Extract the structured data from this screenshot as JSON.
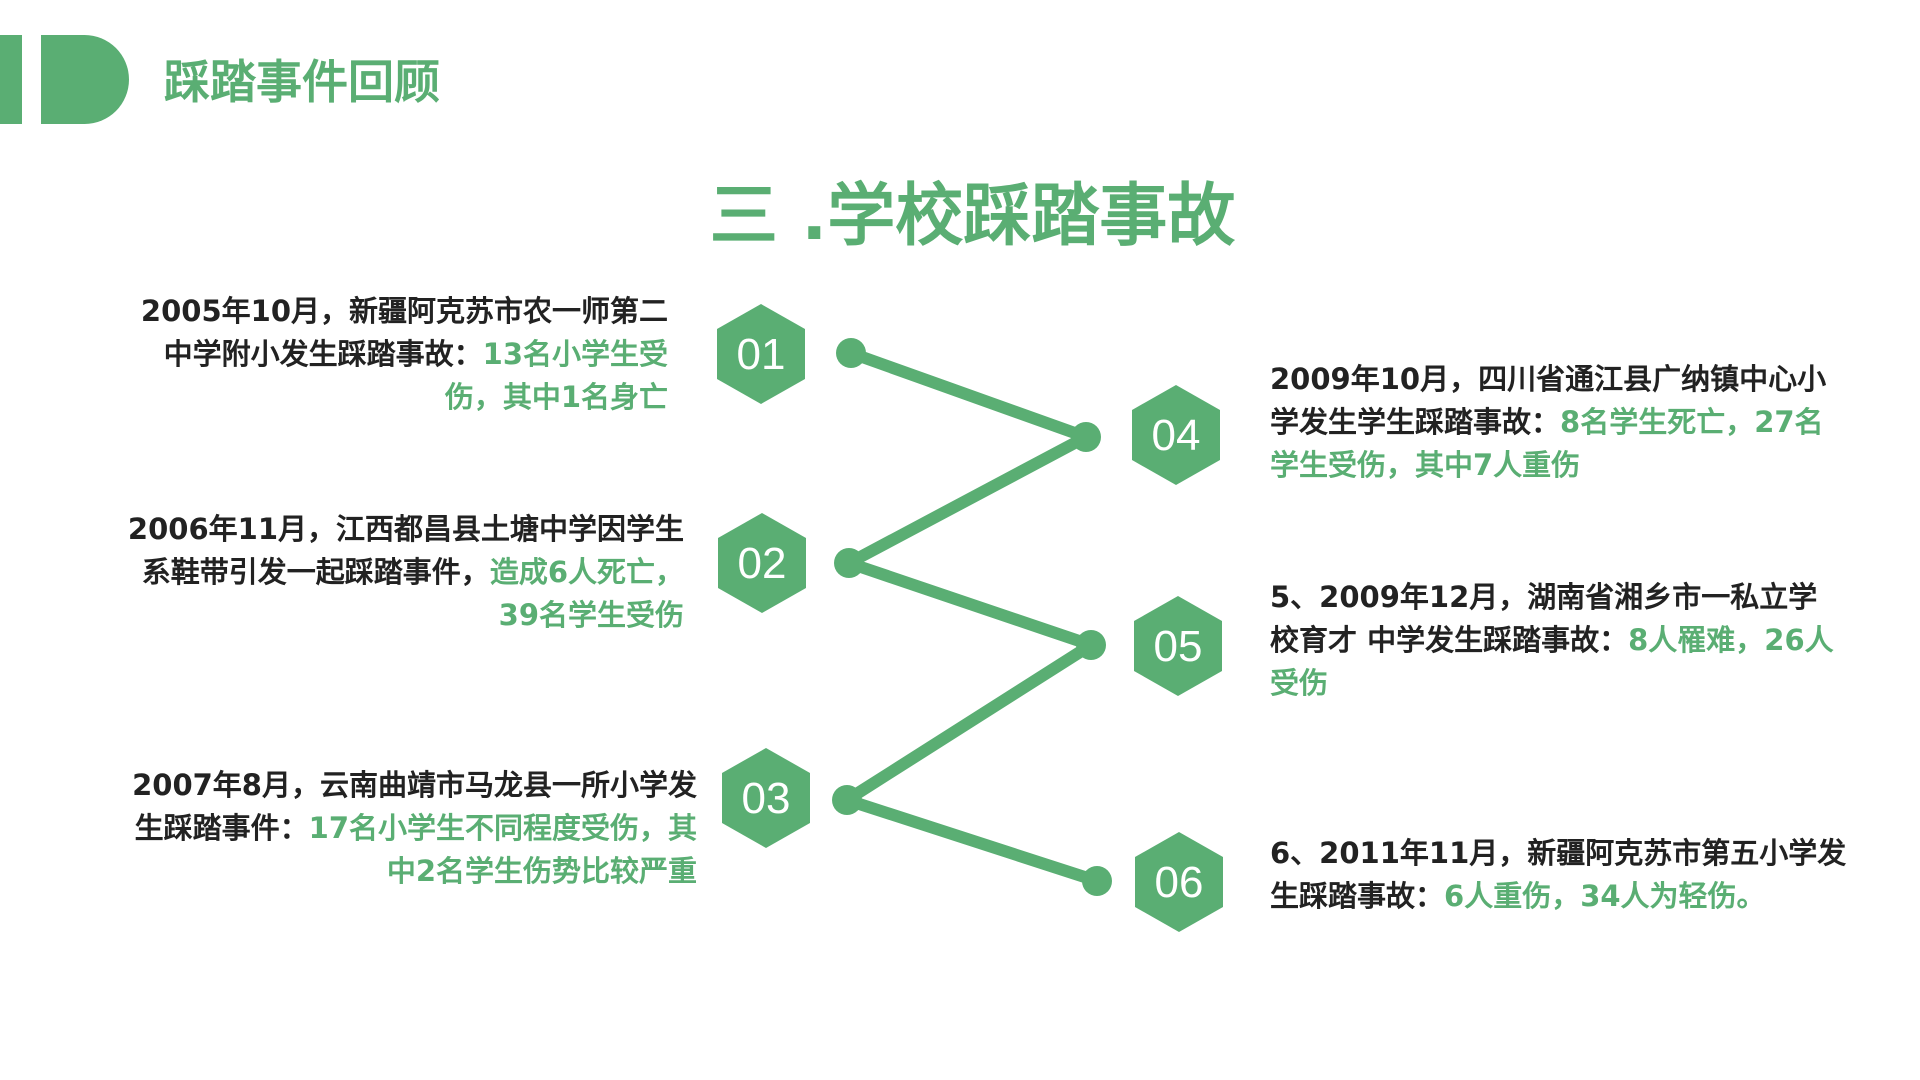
{
  "header": {
    "section_title": "踩踏事件回顾"
  },
  "main_title": "三 .学校踩踏事故",
  "colors": {
    "accent": "#5aae73",
    "text": "#222222"
  },
  "events": [
    {
      "num": "01",
      "black": "2005年10月，新疆阿克苏市农一师第二中学附小发生踩踏事故：",
      "green": "13名小学生受伤，其中1名身亡"
    },
    {
      "num": "02",
      "black": "2006年11月，江西都昌县土塘中学因学生系鞋带引发一起踩踏事件，",
      "green": "造成6人死亡，39名学生受伤"
    },
    {
      "num": "03",
      "black": "2007年8月，云南曲靖市马龙县一所小学发生踩踏事件：",
      "green": "17名小学生不同程度受伤，其中2名学生伤势比较严重"
    },
    {
      "num": "04",
      "black": "2009年10月，四川省通江县广纳镇中心小学发生学生踩踏事故：",
      "green": "8名学生死亡，27名学生受伤，其中7人重伤"
    },
    {
      "num": "05",
      "black": "5、2009年12月，湖南省湘乡市一私立学校育才 中学发生踩踏事故：",
      "green": "8人罹难，26人受伤"
    },
    {
      "num": "06",
      "black": "6、2011年11月，新疆阿克苏市第五小学发生踩踏事故：",
      "green": "6人重伤，34人为轻伤。"
    }
  ]
}
